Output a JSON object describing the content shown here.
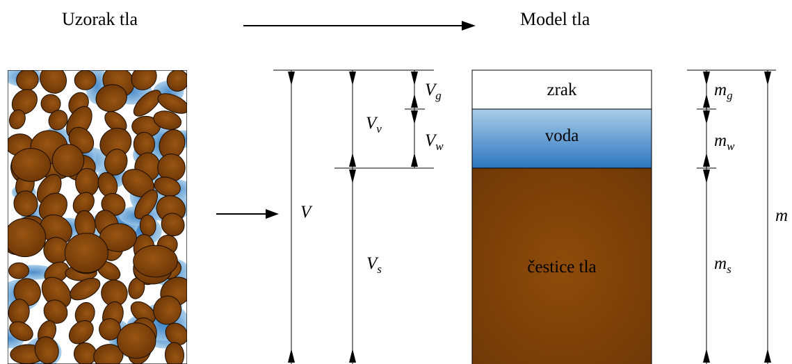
{
  "titles": {
    "sample": "Uzorak tla",
    "model": "Model tla"
  },
  "phases": {
    "air": "zrak",
    "water": "voda",
    "solids": "čestice tla"
  },
  "volume_labels": {
    "total": {
      "main": "V",
      "sub": ""
    },
    "voids": {
      "main": "V",
      "sub": "v"
    },
    "gas": {
      "main": "V",
      "sub": "g"
    },
    "water": {
      "main": "V",
      "sub": "w"
    },
    "solids": {
      "main": "V",
      "sub": "s"
    }
  },
  "mass_labels": {
    "total": {
      "main": "m",
      "sub": ""
    },
    "gas": {
      "main": "m",
      "sub": "g"
    },
    "water": {
      "main": "m",
      "sub": "w"
    },
    "solids": {
      "main": "m",
      "sub": "s"
    }
  },
  "colors": {
    "soil": "#8a4a0c",
    "soil_dark": "#6a3506",
    "water_light": "#a8cbe8",
    "water_dark": "#2f78c0",
    "air": "#ffffff"
  }
}
